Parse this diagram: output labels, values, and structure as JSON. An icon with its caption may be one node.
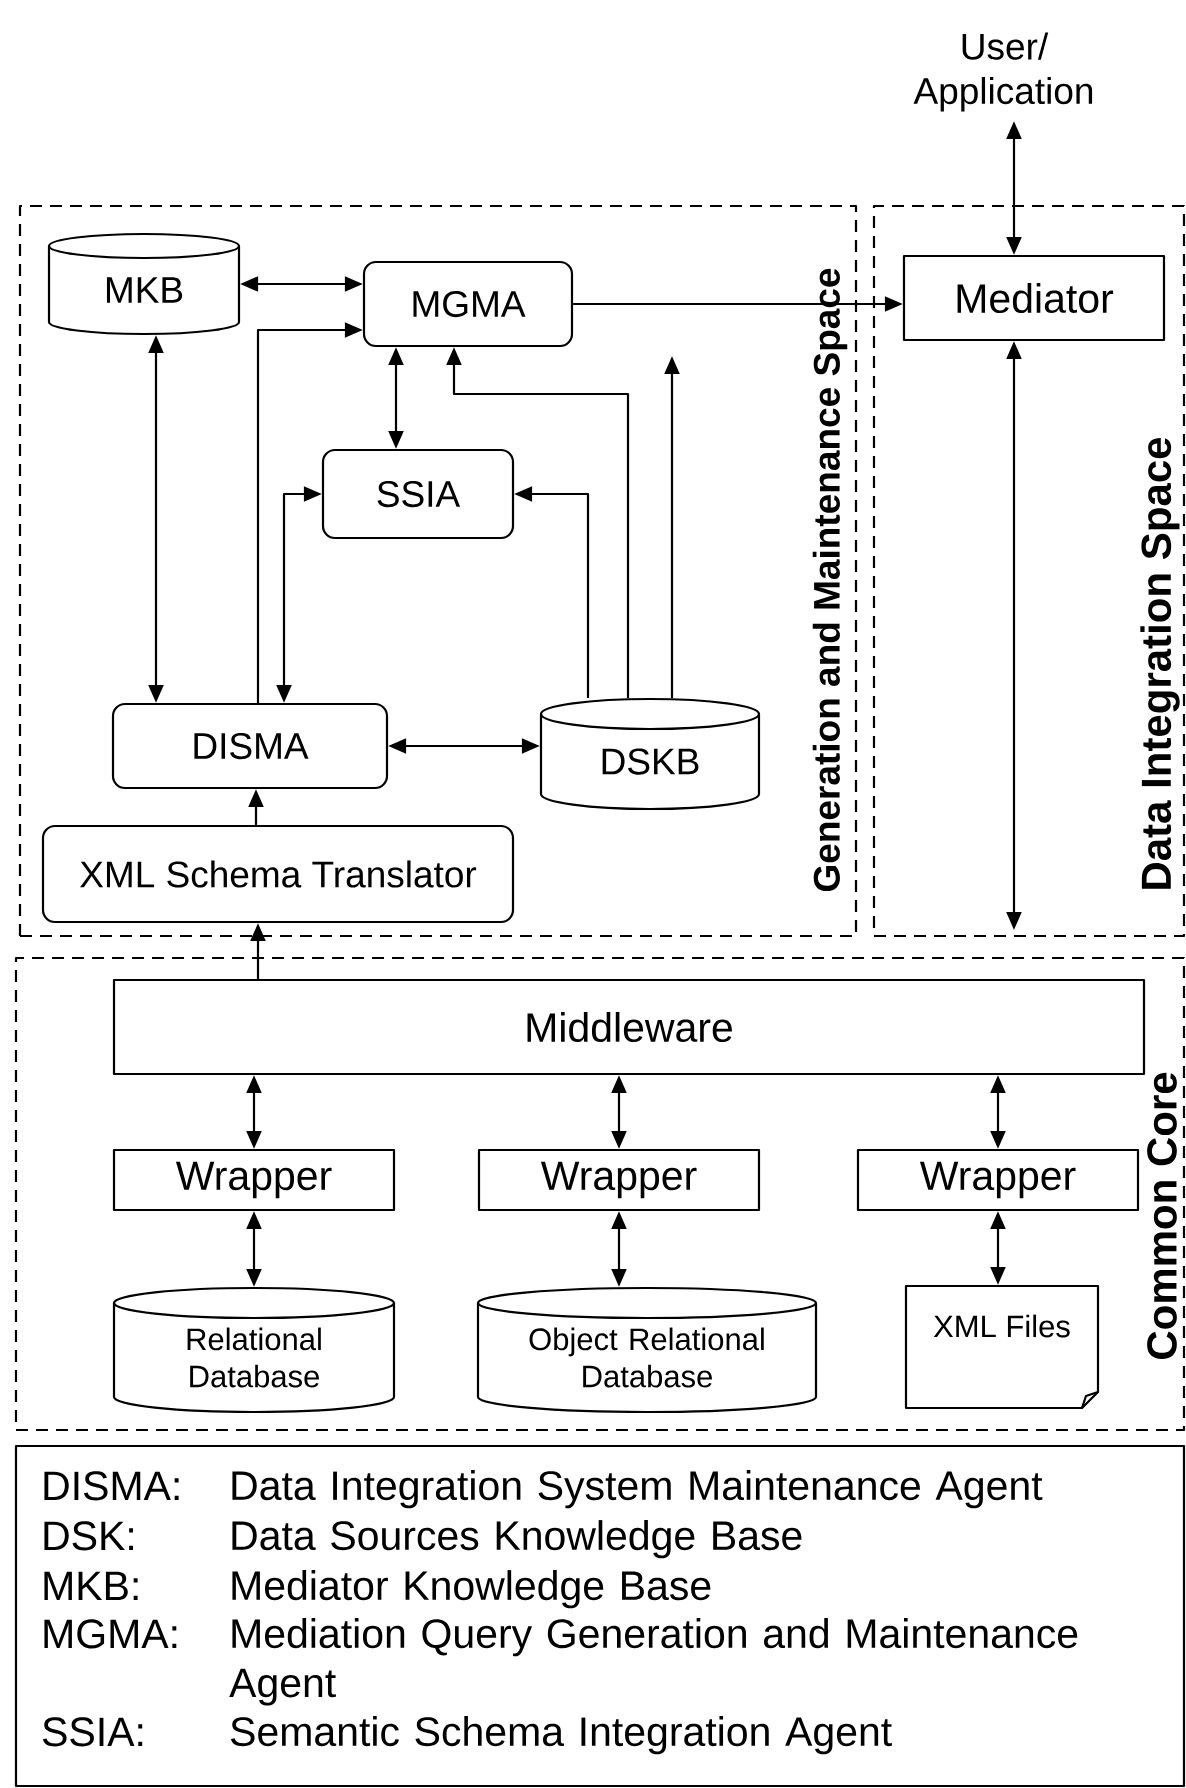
{
  "diagram": {
    "nodes": [
      {
        "text": [
          "Generation and Maintenance Space"
        ]
      },
      {
        "text": [
          "Data Integration Space"
        ]
      },
      {
        "text": [
          "Common Core"
        ]
      },
      {
        "text": [
          "User/ Application"
        ]
      },
      {
        "text": [
          "MKB"
        ],
        "in": 0
      },
      {
        "text": [
          "MGMA"
        ],
        "in": 0
      },
      {
        "text": [
          "SSIA"
        ],
        "in": 0
      },
      {
        "text": [
          "DISMA"
        ],
        "in": 0
      },
      {
        "text": [
          "DSKB"
        ],
        "in": 0
      },
      {
        "text": [
          "XML Schema Translator"
        ],
        "in": 0
      },
      {
        "text": [
          "Mediator"
        ],
        "in": 1
      },
      {
        "text": [
          "Middleware"
        ],
        "in": 2
      },
      {
        "text": [
          "Wrapper"
        ],
        "in": 2
      },
      {
        "text": [
          "Wrapper"
        ],
        "in": 2
      },
      {
        "text": [
          "Wrapper"
        ],
        "in": 2
      },
      {
        "text": [
          "Relational Database"
        ],
        "in": 2
      },
      {
        "text": [
          "Object Relational Database"
        ],
        "in": 2
      },
      {
        "text": [
          "XML Files"
        ],
        "in": 2
      },
      {
        "text": [
          "DISMA:",
          "Data Integration System Maintenance Agent",
          "DSK:",
          "Data Sources Knowledge Base",
          "MKB:",
          "Mediator Knowledge Base",
          "MGMA:",
          "Mediation Query Generation and Maintenance Agent",
          "SSIA:",
          "Semantic Schema Integration Agent"
        ]
      }
    ],
    "edges": [
      {
        "from": 3,
        "to": 10,
        "arrow": "both"
      },
      {
        "from": 4,
        "to": 5,
        "arrow": "both"
      },
      {
        "from": 5,
        "to": 10,
        "arrow": "to"
      },
      {
        "from": 7,
        "to": 5,
        "arrow": "to"
      },
      {
        "from": 5,
        "to": 6,
        "arrow": "both"
      },
      {
        "from": 4,
        "to": 7,
        "arrow": "both"
      },
      {
        "from": 6,
        "to": 7,
        "arrow": "both"
      },
      {
        "from": 8,
        "to": 6,
        "arrow": "to"
      },
      {
        "from": 8,
        "to": 5,
        "arrow": "to"
      },
      {
        "from": 8,
        "to": null,
        "arrow": "to"
      },
      {
        "from": 7,
        "to": 8,
        "arrow": "both"
      },
      {
        "from": 9,
        "to": 7,
        "arrow": "to"
      },
      {
        "from": 11,
        "to": 9,
        "arrow": "to"
      },
      {
        "from": 11,
        "to": 12,
        "arrow": "both"
      },
      {
        "from": 11,
        "to": 13,
        "arrow": "both"
      },
      {
        "from": 11,
        "to": 14,
        "arrow": "both"
      },
      {
        "from": 12,
        "to": 15,
        "arrow": "both"
      },
      {
        "from": 13,
        "to": 16,
        "arrow": "both"
      },
      {
        "from": 14,
        "to": 17,
        "arrow": "both"
      },
      {
        "from": 10,
        "to": null,
        "arrow": "both"
      }
    ]
  }
}
